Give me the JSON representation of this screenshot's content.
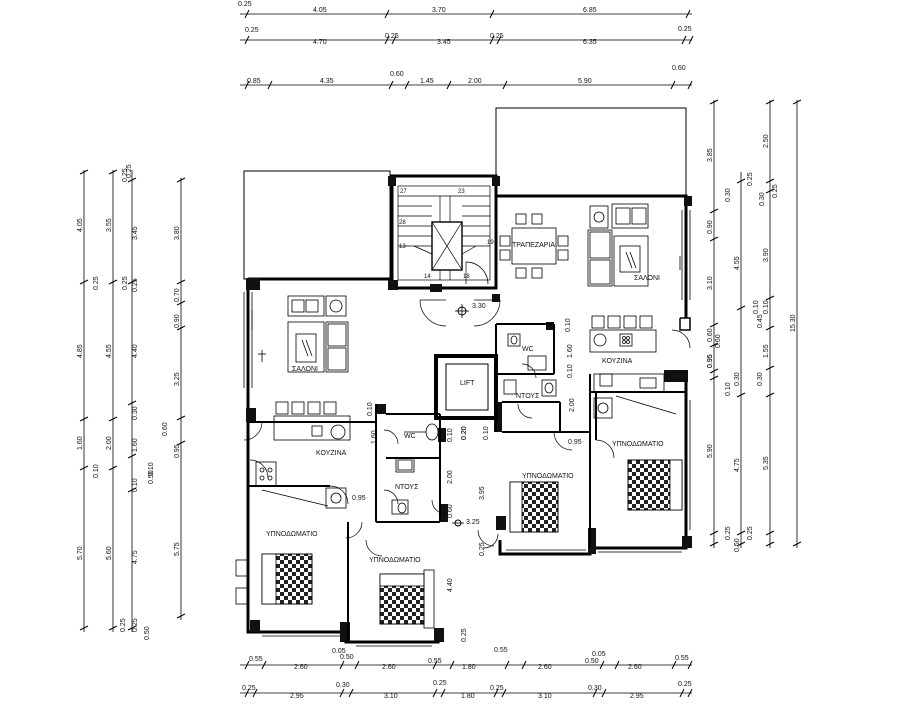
{
  "top_dimensions": {
    "row1": [
      "0.25",
      "4.05",
      "3.70",
      "6.85"
    ],
    "row2": [
      "0.25",
      "4.70",
      "0.25",
      "3.45",
      "0.25",
      "6.35",
      "0.25"
    ],
    "row3": [
      "0.85",
      "4.35",
      "0.60",
      "1.45",
      "2.00",
      "5.90",
      "0.60"
    ]
  },
  "bottom_dimensions": {
    "row1": [
      "0.55",
      "2.60",
      "0.05",
      "0.50",
      "2.60",
      "0.55",
      "1.80",
      "0.55",
      "2.60",
      "0.05",
      "0.50",
      "2.60",
      "0.55"
    ],
    "row2": [
      "0.25",
      "2.95",
      "0.30",
      "3.10",
      "0.25",
      "1.80",
      "0.25",
      "3.10",
      "0.30",
      "2.95",
      "0.25"
    ]
  },
  "left_dimensions": {
    "col1": [
      "4.05",
      "0.25",
      "4.85",
      "1.60",
      "0.10",
      "5.70",
      "0.25"
    ],
    "col2": [
      "3.55",
      "0.25",
      "0.25",
      "4.55",
      "2.00",
      "5.60",
      "0.50"
    ],
    "col3": [
      "0.25",
      "3.45",
      "0.25",
      "4.40",
      "0.30",
      "1.60",
      "0.10",
      "0.50",
      "4.75",
      "0.25"
    ],
    "col4": [
      "3.80",
      "0.70",
      "0.90",
      "3.25",
      "0.60",
      "0.95",
      "0.10",
      "5.75"
    ]
  },
  "right_dimensions": {
    "col1": [
      "3.85",
      "0.30",
      "0.90",
      "3.10",
      "0.60",
      "0.95",
      "0.10",
      "5.90",
      "0.25"
    ],
    "col2": [
      "0.25",
      "4.55",
      "0.30",
      "4.75",
      "0.25",
      "0.50"
    ],
    "col3": [
      "2.50",
      "0.30",
      "3.90",
      "0.10",
      "0.10",
      "0.45",
      "1.55",
      "0.30",
      "5.35",
      "0.25"
    ],
    "col4": [
      "0.25",
      "15.30"
    ]
  },
  "inner_dimensions": [
    "3.30",
    "1.60",
    "0.10",
    "0.95",
    "2.00",
    "0.10",
    "1.60",
    "0.10",
    "0.10",
    "0.20",
    "0.60",
    "2.00",
    "0.95",
    "3.95",
    "0.25",
    "0.60",
    "3.25",
    "4.40",
    "0.25",
    "0.20",
    "0.10",
    "0.95"
  ],
  "rooms": {
    "left_living": "ΣΑΛΟΝΙ",
    "left_kitchen": "ΚΟΥΖΙΝΑ",
    "left_wc": "WC",
    "left_ntous": "ΝΤΟΥΣ",
    "left_bedroom1": "ΥΠΝΟΔΩΜΑΤΙΟ",
    "left_bedroom2": "ΥΠΝΟΔΩΜΑΤΙΟ",
    "lift": "LIFT",
    "right_dining": "ΤΡΑΠΕΖΑΡΙΑ",
    "right_living": "ΣΑΛΟΝΙ",
    "right_wc": "WC",
    "right_kitchen": "ΚΟΥΖΙΝΑ",
    "right_ntous": "ΝΤΟΥΣ",
    "right_bedroom1": "ΥΠΝΟΔΩΜΑΤΙΟ",
    "right_bedroom2": "ΥΠΝΟΔΩΜΑΤΙΟ"
  },
  "stair_numbers": [
    "27",
    "23",
    "28",
    "13",
    "19",
    "14",
    "18"
  ]
}
